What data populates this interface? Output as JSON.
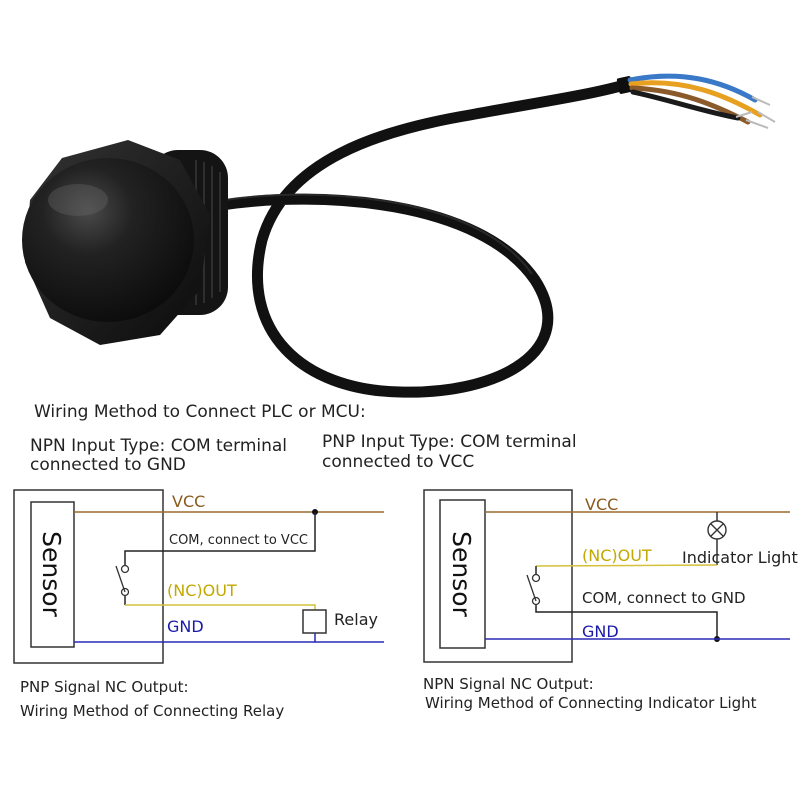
{
  "heading": "Wiring Method to Connect PLC or MCU:",
  "npn_input": {
    "line1": "NPN Input Type: COM terminal",
    "line2": "connected to GND"
  },
  "pnp_input": {
    "line1": "PNP Input Type: COM terminal",
    "line2": "connected to VCC"
  },
  "left_diagram": {
    "sensor_label": "Sensor",
    "vcc_label": "VCC",
    "com_label": "COM, connect to VCC",
    "out_label": "(NC)OUT",
    "gnd_label": "GND",
    "load_label": "Relay",
    "caption_line1": "PNP Signal NC Output:",
    "caption_line2": "Wiring Method of Connecting Relay"
  },
  "right_diagram": {
    "sensor_label": "Sensor",
    "vcc_label": "VCC",
    "out_label": "(NC)OUT",
    "load_label": "Indicator Light",
    "com_label": "COM, connect to GND",
    "gnd_label": "GND",
    "caption_line1": "NPN Signal NC Output:",
    "caption_line2": "Wiring Method of Connecting Indicator Light"
  },
  "colors": {
    "vcc_wire": "#9c6a2e",
    "out_wire": "#d4c03a",
    "gnd_wire": "#2a2ab8",
    "com_wire": "#222222",
    "vcc_text": "#8a5a1c",
    "out_text": "#c2a800",
    "gnd_text": "#1a1aa8",
    "box_border": "#333333",
    "sensor_device": "#141414"
  },
  "icons": {
    "device": "proximity-sensor-photo",
    "load_left": "relay-coil-icon",
    "load_right": "indicator-lamp-icon"
  }
}
